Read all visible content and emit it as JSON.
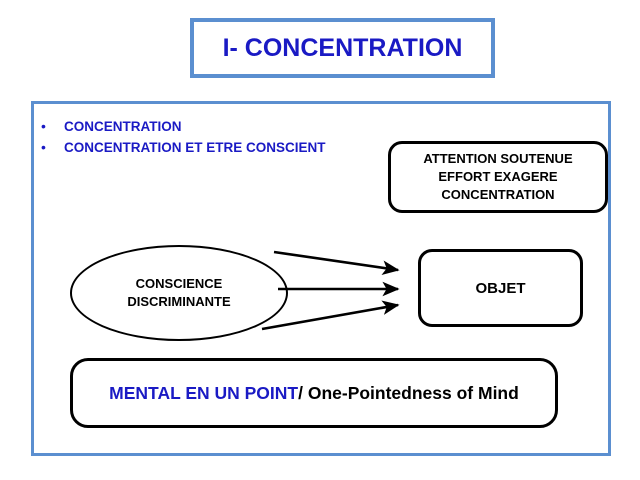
{
  "slide": {
    "title": "I- CONCENTRATION",
    "accent_border_color": "#5b8fd0",
    "accent_text_color": "#1a1ac4",
    "shape_border_color": "#000000",
    "background_color": "#ffffff"
  },
  "bullets": [
    {
      "marker": "•",
      "label": "CONCENTRATION"
    },
    {
      "marker": "•",
      "label": "CONCENTRATION ET ETRE CONSCIENT"
    }
  ],
  "attention_box": {
    "line1": "ATTENTION SOUTENUE",
    "line2": "EFFORT EXAGERE",
    "line3": "CONCENTRATION"
  },
  "ellipse": {
    "line1": "CONSCIENCE",
    "line2": "DISCRIMINANTE"
  },
  "objet_box": {
    "label": "OBJET"
  },
  "mental_box": {
    "blue_part": "MENTAL  EN UN POINT",
    "black_part": "/ One-Pointedness of Mind"
  },
  "arrows": {
    "count": 3,
    "description": "three-arrows-ellipse-to-objet"
  }
}
